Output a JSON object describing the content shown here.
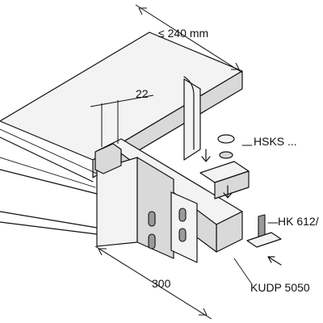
{
  "dimensions": {
    "width_top": "≤ 240 mm",
    "gap_22": "22",
    "length_300": "300"
  },
  "labels": {
    "hsks": "HSKS ...",
    "hk": "HK 612/",
    "kudp": "KUDP 5050"
  },
  "colors": {
    "line": "#111111",
    "fill_light": "#f3f3f3",
    "fill_mid": "#d9d9d9",
    "fill_dark": "#9a9a9a"
  }
}
